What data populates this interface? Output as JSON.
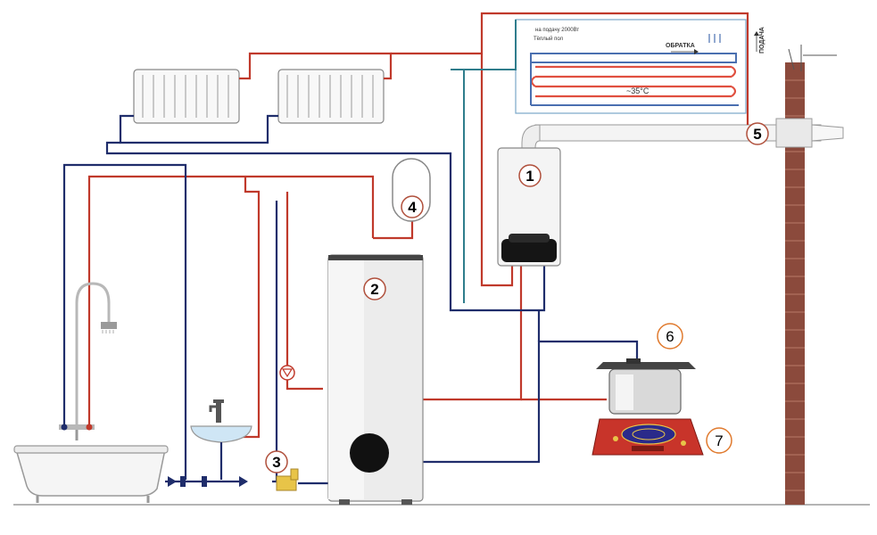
{
  "colors": {
    "hot_pipe": "#c0392b",
    "cold_pipe": "#1f2d6b",
    "teal_pipe": "#2f7d8c",
    "callout_ring": "#b0503c",
    "callout_ring_orange": "#e07a2e",
    "brick": "#8b4a3c",
    "floor_heating_red": "#e05040",
    "floor_heating_blue": "#4a6fb0"
  },
  "callouts": [
    {
      "id": "boiler",
      "label": "1"
    },
    {
      "id": "tank",
      "label": "2"
    },
    {
      "id": "valve",
      "label": "3"
    },
    {
      "id": "expansion",
      "label": "4"
    },
    {
      "id": "flue",
      "label": "5"
    },
    {
      "id": "pressure-cooker",
      "label": "6"
    },
    {
      "id": "induction-hob",
      "label": "7"
    }
  ],
  "floor_heating": {
    "temperature_label": "~35°C",
    "return_label": "ОБРАТКА",
    "supply_label": "ПОДАЧА",
    "top_caption": "на подачу 2000Вт",
    "side_caption": "Тёплый пол"
  },
  "icons": [
    "shower-head-icon",
    "faucet-icon",
    "pump-icon",
    "flow-arrow-icon"
  ]
}
